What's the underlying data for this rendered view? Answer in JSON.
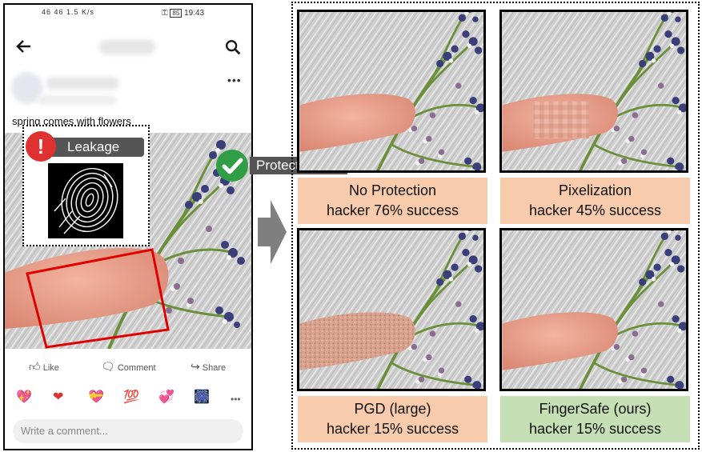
{
  "phone": {
    "status": {
      "left_indicators": "46 46 1.5 K/s",
      "time": "19:43",
      "battery": "85"
    },
    "post_caption": "spring comes with flowers",
    "actions": [
      {
        "label": "Like"
      },
      {
        "label": "Comment"
      },
      {
        "label": "Share"
      }
    ],
    "emoji_reactions": [
      "💖",
      "❤",
      "💝",
      "💯",
      "💞",
      "🎆"
    ],
    "comment_placeholder": "Write a comment..."
  },
  "callouts": {
    "leakage": "Leakage",
    "protection": "Protection"
  },
  "results": [
    {
      "method": "No Protection",
      "result": "hacker 76% success",
      "color": "#f8cbad"
    },
    {
      "method": "Pixelization",
      "result": "hacker 45% success",
      "color": "#f8cbad"
    },
    {
      "method": "PGD (large)",
      "result": "hacker 15% success",
      "color": "#f8cbad"
    },
    {
      "method": "FingerSafe (ours)",
      "result": "hacker 15% success",
      "color": "#c5e0b4"
    }
  ],
  "colors": {
    "leak_red": "#e03131",
    "protect_green": "#2f9e44",
    "detection_box": "#e00000"
  }
}
